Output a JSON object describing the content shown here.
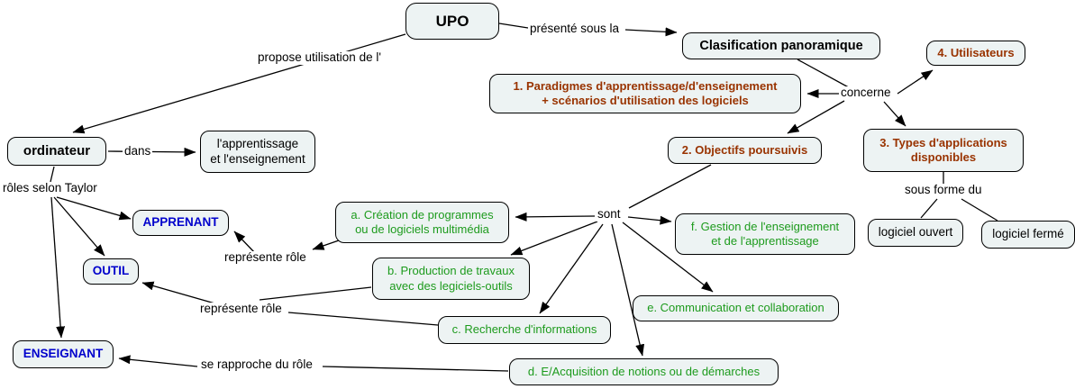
{
  "colors": {
    "box_fill": "#edf3f3",
    "border": "#000000",
    "line": "#000000",
    "numbered_text": "#993300",
    "role_text": "#0000cc",
    "usage_text": "#1d9b1d"
  },
  "nodes": {
    "upo": {
      "label": "UPO"
    },
    "classification": {
      "label": "Clasification panoramique"
    },
    "utilisateurs": {
      "label": "4. Utilisateurs"
    },
    "paradigmes": {
      "line1": "1. Paradigmes d'apprentissage/d'enseignement",
      "line2": "+ scénarios d'utilisation des logiciels"
    },
    "objectifs": {
      "label": "2. Objectifs poursuivis"
    },
    "types": {
      "line1": "3. Types d'applications",
      "line2": "disponibles"
    },
    "logiciel_ouvert": {
      "label": "logiciel ouvert"
    },
    "logiciel_ferme": {
      "label": "logiciel fermé"
    },
    "ordinateur": {
      "label": "ordinateur"
    },
    "apprentissage": {
      "line1": "l'apprentissage",
      "line2": "et l'enseignement"
    },
    "apprenant": {
      "label": "APPRENANT"
    },
    "outil": {
      "label": "OUTIL"
    },
    "enseignant": {
      "label": "ENSEIGNANT"
    },
    "a": {
      "line1": "a. Création de programmes",
      "line2": "ou de logiciels multimédia"
    },
    "b": {
      "line1": "b. Production de travaux",
      "line2": "avec des legiciels-outils"
    },
    "c": {
      "label": "c. Recherche d'informations"
    },
    "d": {
      "label": "d. E/Acquisition de notions ou de démarches"
    },
    "e": {
      "label": "e. Communication et collaboration"
    },
    "f": {
      "line1": "f. Gestion de l'enseignement",
      "line2": "et de l'apprentissage"
    }
  },
  "linking_phrases": {
    "presente": "présenté sous la",
    "propose": "propose utilisation de l'",
    "concerne": "concerne",
    "sous_forme": "sous forme du",
    "dans": "dans",
    "roles_taylor": "rôles selon Taylor",
    "represente_1": "représente rôle",
    "represente_2": "représente rôle",
    "rapproche": "se rapproche du rôle",
    "sont": "sont"
  }
}
